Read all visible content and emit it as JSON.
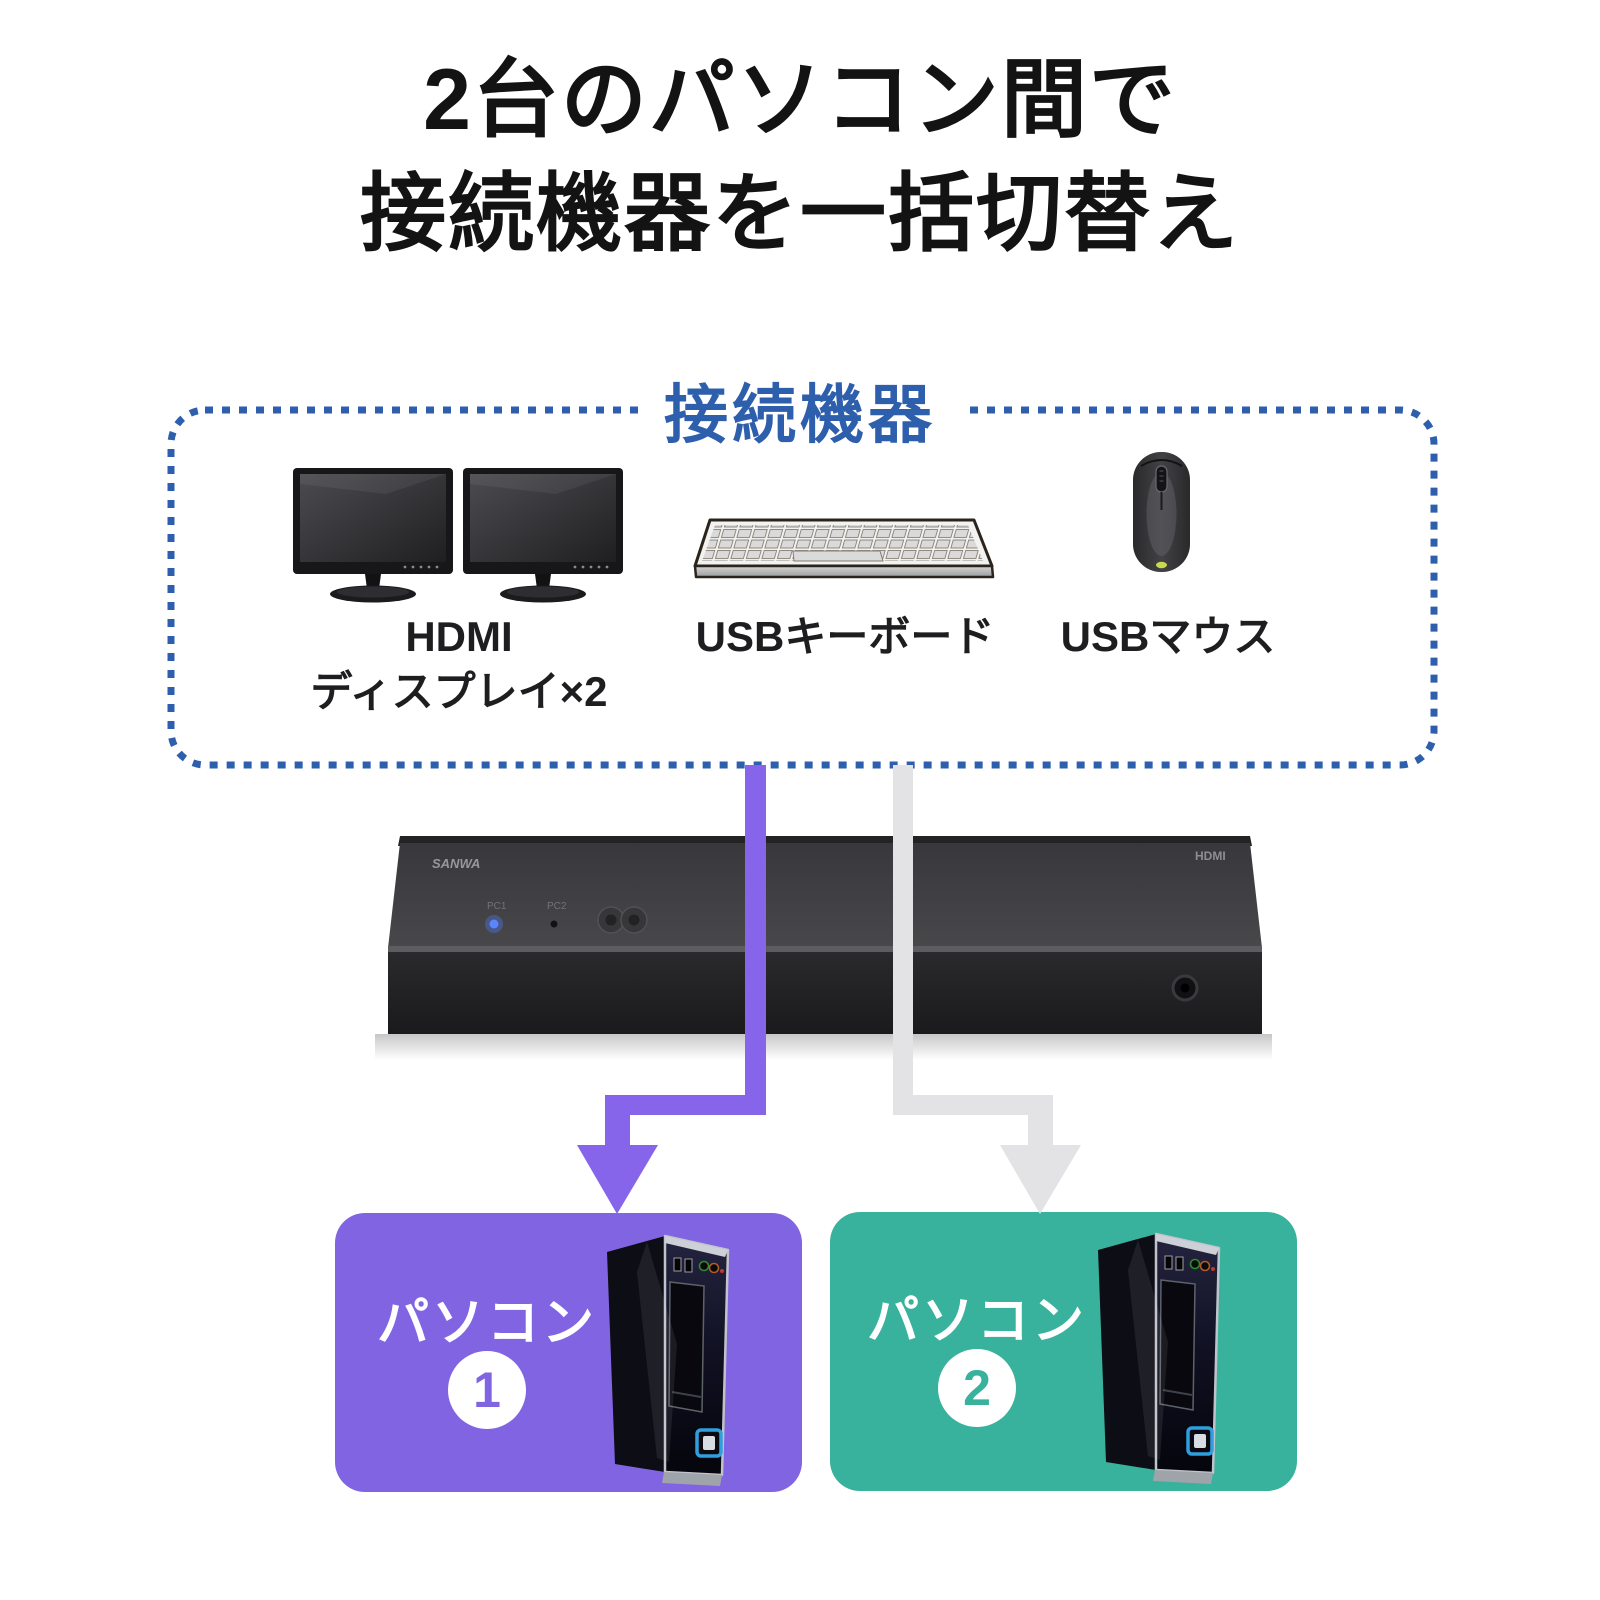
{
  "title": {
    "line1": "2台のパソコン間で",
    "line2": "接続機器を一括切替え"
  },
  "devices_panel": {
    "label": "接続機器",
    "items": [
      {
        "id": "hdmi-displays",
        "label_line1": "HDMI",
        "label_line2": "ディスプレイ×2"
      },
      {
        "id": "usb-keyboard",
        "label": "USBキーボード"
      },
      {
        "id": "usb-mouse",
        "label": "USBマウス"
      }
    ]
  },
  "kvm_switch": {
    "brand": "SANWA",
    "badge": "HDMI",
    "led1_label": "PC1",
    "led2_label": "PC2"
  },
  "computers": [
    {
      "label": "パソコン",
      "number": "1"
    },
    {
      "label": "パソコン",
      "number": "2"
    }
  ],
  "colors": {
    "accent_blue": "#2E5FAC",
    "pc1_purple": "#8164E2",
    "pc2_teal": "#39B29D",
    "arrow_active_purple": "#8765EA",
    "arrow_inactive_gray": "#E3E3E6",
    "title_black": "#131313"
  }
}
